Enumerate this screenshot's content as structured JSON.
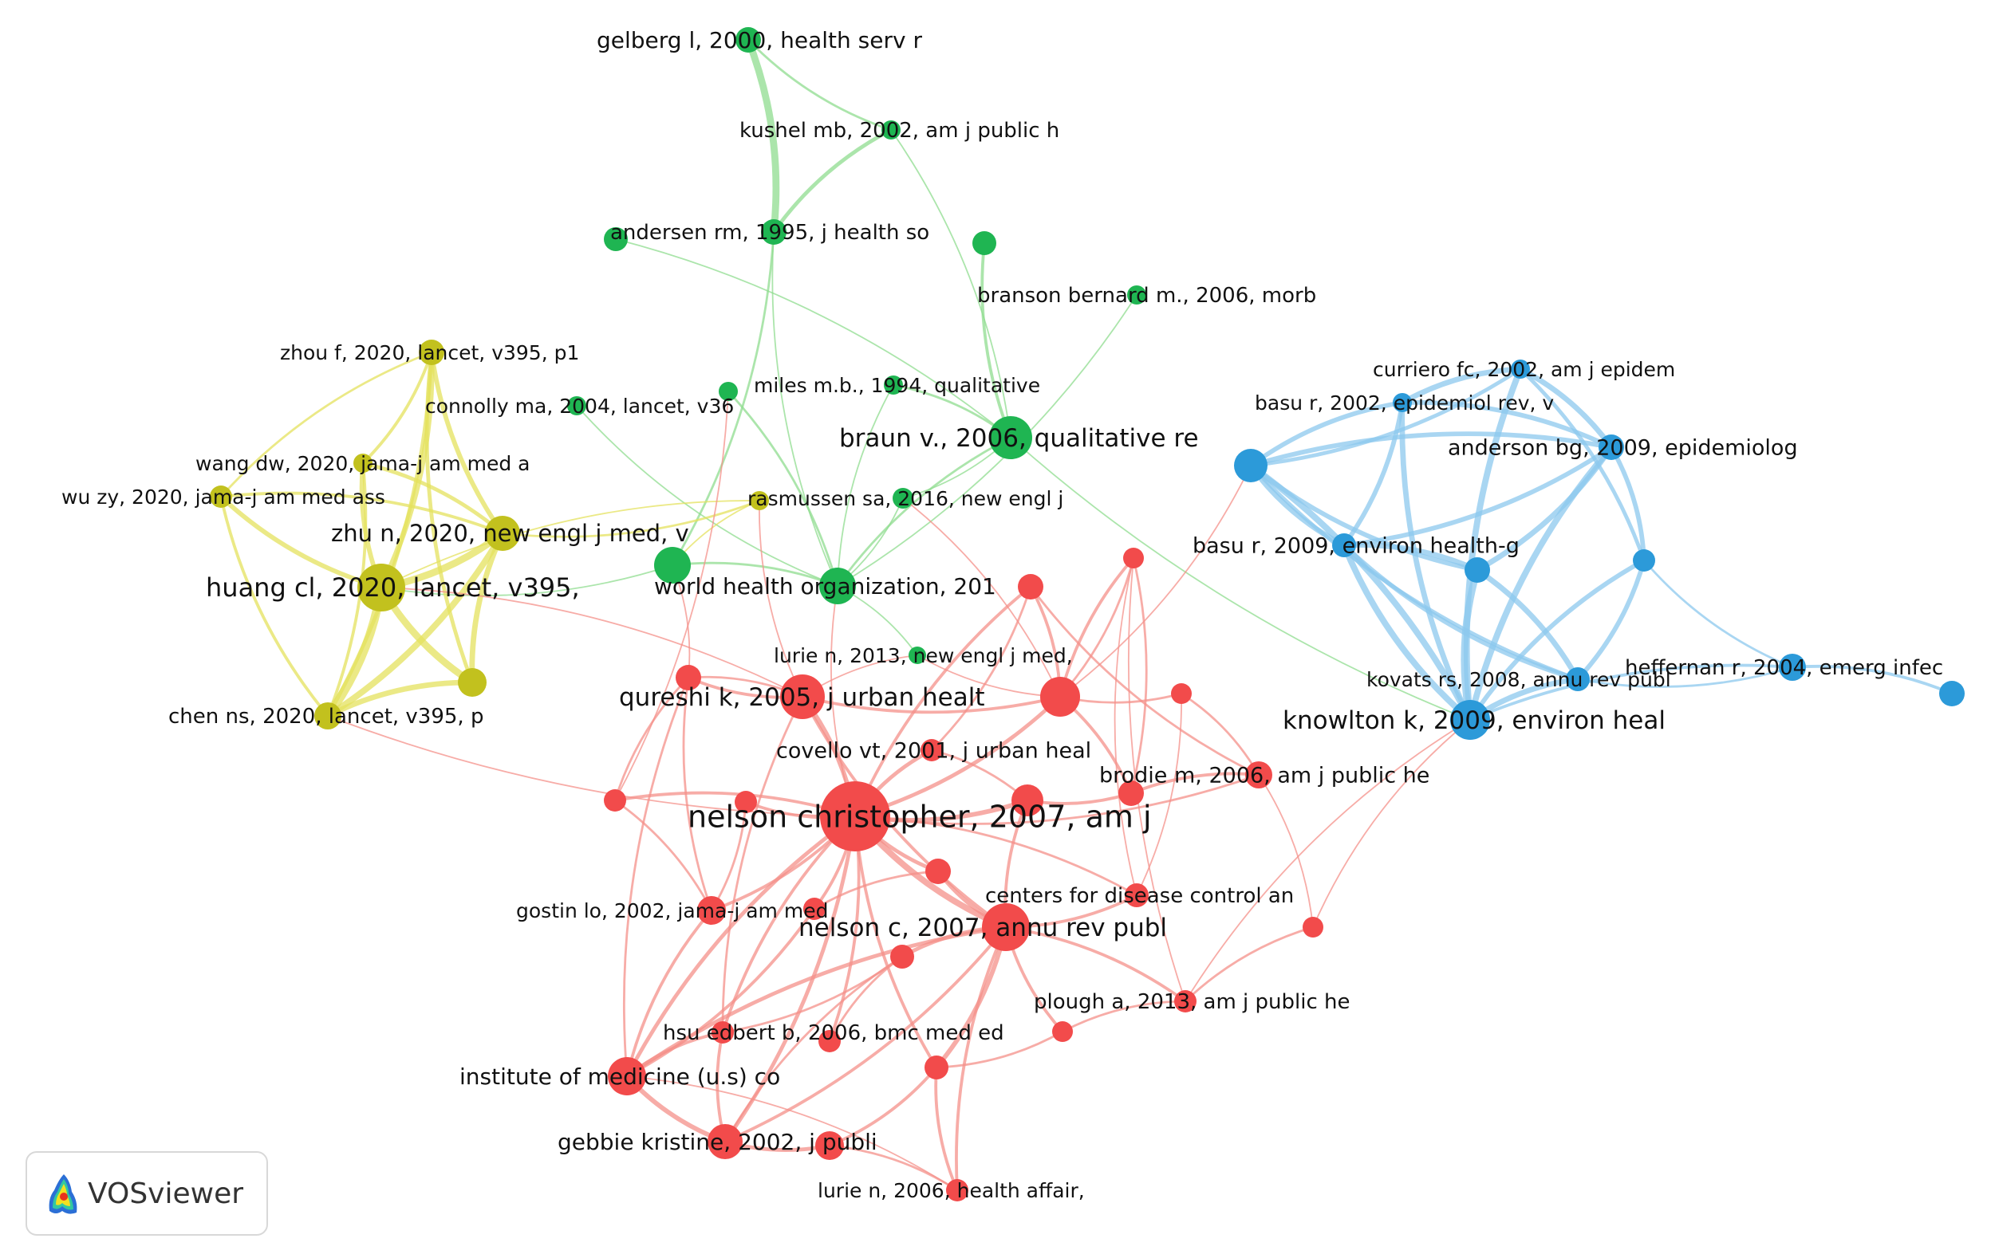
{
  "app": {
    "logo_text": "VOSviewer"
  },
  "colors": {
    "red": "#f24b4b",
    "green": "#1fb552",
    "blue": "#2c9ad9",
    "yellow": "#c2c11e",
    "link_red": "#f4908a",
    "link_green": "#8fdc8f",
    "link_blue": "#8cc8ee",
    "link_yellow": "#e4e25e"
  },
  "nodes": [
    {
      "id": "gelberg",
      "label": "gelberg l, 2000, health serv r",
      "cluster": "green"
    },
    {
      "id": "kushel",
      "label": "kushel mb, 2002, am j public h",
      "cluster": "green"
    },
    {
      "id": "andersen",
      "label": "andersen rm, 1995, j health so",
      "cluster": "green"
    },
    {
      "id": "g_andersen2",
      "label": "",
      "cluster": "green"
    },
    {
      "id": "g_top_right",
      "label": "",
      "cluster": "green"
    },
    {
      "id": "branson",
      "label": "branson bernard m., 2006, morb",
      "cluster": "green"
    },
    {
      "id": "miles",
      "label": "miles m.b., 1994, qualitative",
      "cluster": "green"
    },
    {
      "id": "g_miles_left",
      "label": "",
      "cluster": "green"
    },
    {
      "id": "connolly",
      "label": "connolly ma, 2004, lancet, v36",
      "cluster": "green"
    },
    {
      "id": "braun",
      "label": "braun v., 2006, qualitative re",
      "cluster": "green"
    },
    {
      "id": "rasmussen",
      "label": "rasmussen sa, 2016, new engl j",
      "cluster": "green"
    },
    {
      "id": "g_mid",
      "label": "",
      "cluster": "green"
    },
    {
      "id": "who",
      "label": "world health organization, 201",
      "cluster": "green"
    },
    {
      "id": "lurie2013",
      "label": "lurie n, 2013, new engl j med,",
      "cluster": "green"
    },
    {
      "id": "zhouf",
      "label": "zhou f, 2020, lancet, v395, p1",
      "cluster": "yellow"
    },
    {
      "id": "wangdw",
      "label": "wang dw, 2020, jama-j am med a",
      "cluster": "yellow"
    },
    {
      "id": "wuzy",
      "label": "wu zy, 2020, jama-j am med ass",
      "cluster": "yellow"
    },
    {
      "id": "zhun",
      "label": "zhu n, 2020, new engl j med, v",
      "cluster": "yellow"
    },
    {
      "id": "huang",
      "label": "huang cl, 2020, lancet, v395,",
      "cluster": "yellow"
    },
    {
      "id": "y_chenright",
      "label": "",
      "cluster": "yellow"
    },
    {
      "id": "chen",
      "label": "chen ns, 2020, lancet, v395, p",
      "cluster": "yellow"
    },
    {
      "id": "y_ras",
      "label": "",
      "cluster": "yellow"
    },
    {
      "id": "curriero",
      "label": "curriero fc, 2002, am j epidem",
      "cluster": "blue"
    },
    {
      "id": "basu2002",
      "label": "basu r, 2002, epidemiol rev, v",
      "cluster": "blue"
    },
    {
      "id": "b_left",
      "label": "",
      "cluster": "blue"
    },
    {
      "id": "anderson",
      "label": "anderson bg, 2009, epidemiolog",
      "cluster": "blue"
    },
    {
      "id": "basu2009",
      "label": "basu r, 2009, environ health-g",
      "cluster": "blue"
    },
    {
      "id": "b_mid",
      "label": "",
      "cluster": "blue"
    },
    {
      "id": "b_right",
      "label": "",
      "cluster": "blue"
    },
    {
      "id": "kovats",
      "label": "kovats rs, 2008, annu rev publ",
      "cluster": "blue"
    },
    {
      "id": "knowlton",
      "label": "knowlton k, 2009, environ heal",
      "cluster": "blue"
    },
    {
      "id": "heffernan",
      "label": "heffernan r, 2004, emerg infec",
      "cluster": "blue"
    },
    {
      "id": "b_far",
      "label": "",
      "cluster": "blue"
    },
    {
      "id": "qureshi",
      "label": "qureshi k, 2005, j urban healt",
      "cluster": "red"
    },
    {
      "id": "r_q_left",
      "label": "",
      "cluster": "red"
    },
    {
      "id": "r_big2",
      "label": "",
      "cluster": "red"
    },
    {
      "id": "r_who",
      "label": "",
      "cluster": "red"
    },
    {
      "id": "r_top",
      "label": "",
      "cluster": "red"
    },
    {
      "id": "r_right1",
      "label": "",
      "cluster": "red"
    },
    {
      "id": "covello",
      "label": "covello vt, 2001, j urban heal",
      "cluster": "red"
    },
    {
      "id": "nelsonchris",
      "label": "nelson christopher, 2007, am j",
      "cluster": "red"
    },
    {
      "id": "r_left1",
      "label": "",
      "cluster": "red"
    },
    {
      "id": "r_left2",
      "label": "",
      "cluster": "red"
    },
    {
      "id": "r_nc_right",
      "label": "",
      "cluster": "red"
    },
    {
      "id": "brodie",
      "label": "brodie m, 2006, am j public he",
      "cluster": "red"
    },
    {
      "id": "r_brodie_left",
      "label": "",
      "cluster": "red"
    },
    {
      "id": "centers",
      "label": "centers for disease control an",
      "cluster": "red"
    },
    {
      "id": "r_far_right",
      "label": "",
      "cluster": "red"
    },
    {
      "id": "gostin",
      "label": "gostin lo, 2002, jama-j am med",
      "cluster": "red"
    },
    {
      "id": "r_small_mid",
      "label": "",
      "cluster": "red"
    },
    {
      "id": "r_mid2",
      "label": "",
      "cluster": "red"
    },
    {
      "id": "nelsonc",
      "label": "nelson c, 2007, annu rev publ",
      "cluster": "red"
    },
    {
      "id": "r_mid3",
      "label": "",
      "cluster": "red"
    },
    {
      "id": "plough",
      "label": "plough a, 2013, am j public he",
      "cluster": "red"
    },
    {
      "id": "r_plough_left",
      "label": "",
      "cluster": "red"
    },
    {
      "id": "hsu",
      "label": "hsu edbert b, 2006, bmc med ed",
      "cluster": "red"
    },
    {
      "id": "r_hsu_right",
      "label": "",
      "cluster": "red"
    },
    {
      "id": "r_low_mid",
      "label": "",
      "cluster": "red"
    },
    {
      "id": "iom",
      "label": "institute of medicine (u.s) co",
      "cluster": "red"
    },
    {
      "id": "gebbie",
      "label": "gebbie kristine, 2002, j publi",
      "cluster": "red"
    },
    {
      "id": "r_gebbie_right",
      "label": "",
      "cluster": "red"
    },
    {
      "id": "lurie2006",
      "label": "lurie n, 2006, health affair,",
      "cluster": "red"
    }
  ]
}
